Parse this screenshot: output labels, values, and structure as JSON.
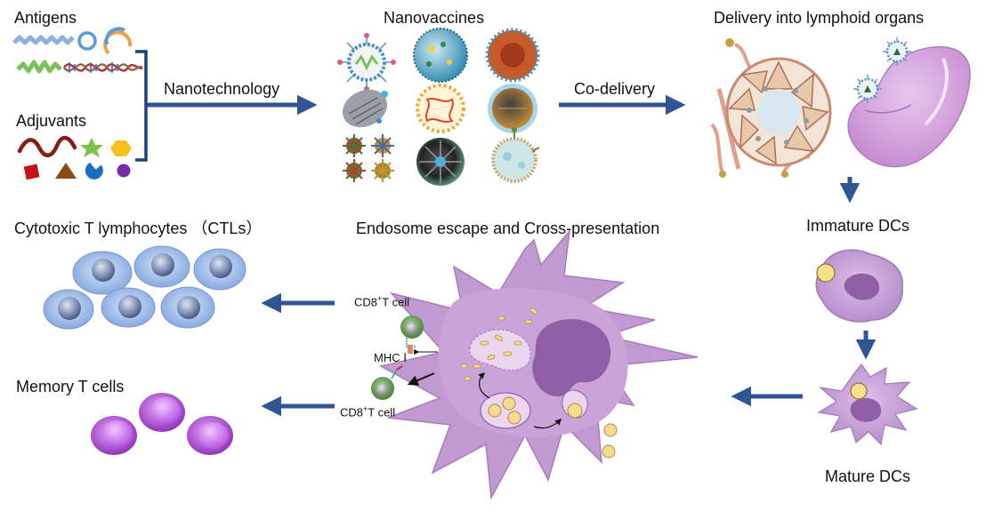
{
  "labels": {
    "antigens": "Antigens",
    "adjuvants": "Adjuvants",
    "nanotechnology": "Nanotechnology",
    "nanovaccines": "Nanovaccines",
    "co_delivery": "Co-delivery",
    "delivery": "Delivery into lymphoid organs",
    "immature_dcs": "Immature DCs",
    "mature_dcs": "Mature DCs",
    "endosome": "Endosome escape and Cross-presentation",
    "ctls": "Cytotoxic T lymphocytes （CTLs）",
    "memory": "Memory T cells",
    "cd8_top_prefix": "CD8",
    "cd8_top_suffix": "T cell",
    "cd8_bottom_prefix": "CD8",
    "cd8_bottom_suffix": "T cell",
    "cd8_superscript": "+",
    "mhc": "MHC Ⅰ"
  },
  "colors": {
    "arrow": "#2f5597",
    "dc_purple": "#b58ac6",
    "dc_dark": "#8f5fa6",
    "ctl_blue": "#8fb2e4",
    "memory_purple": "#a33fd0",
    "tcell_green": "#5f9a4f",
    "particle_yellow": "#f3dc8f"
  },
  "icons": [
    "antigen-helix-icon",
    "ring-icon",
    "dna-icon",
    "wave-icon",
    "star-icon",
    "hexagon-icon",
    "square-icon",
    "triangle-icon",
    "pacman-icon",
    "dot-icon"
  ]
}
